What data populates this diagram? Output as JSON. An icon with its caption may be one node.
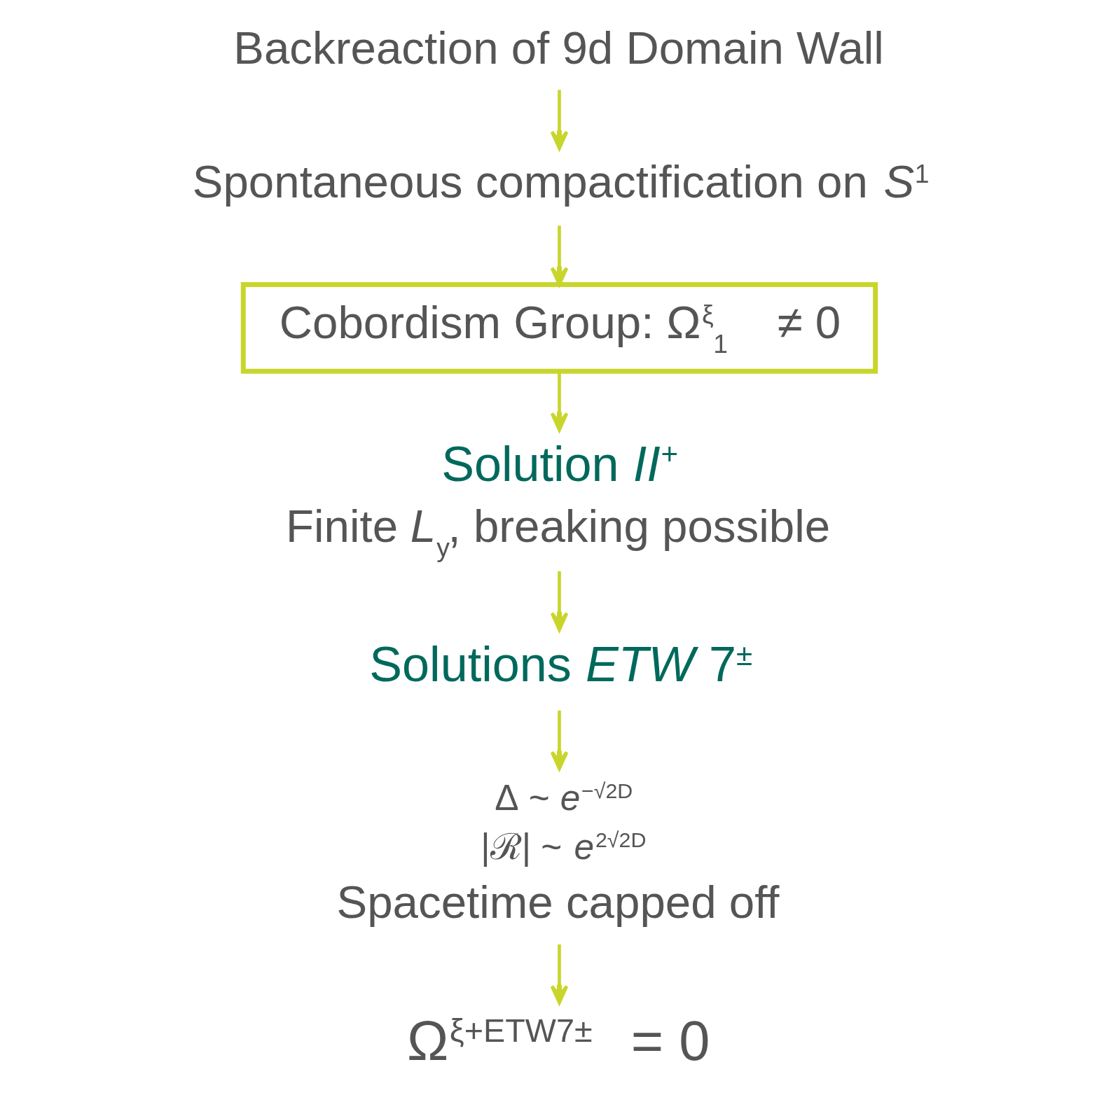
{
  "diagram": {
    "nodes": [
      {
        "text": [
          "Backreaction of 9d Domain Wall"
        ]
      },
      {
        "text": [
          "Spontaneous compactification on *S*$^{1}$"
        ]
      },
      {
        "text": [
          "Cobordism Group: Ω$^{ξ}$$_{1}$ ≠ 0"
        ]
      },
      {
        "text": [
          "Solution *II*$^{+}$",
          "Finite *L*$_{y}$, breaking possible"
        ]
      },
      {
        "text": [
          "Solutions *ETW* 7$^{±}$"
        ]
      },
      {
        "text": [
          "Δ ~ *e*$^{−√2D}$",
          "|ℛ| ~ *e*$^{2√2D}$",
          "Spacetime capped off"
        ]
      },
      {
        "text": [
          "Ω$^{ξ+ETW7±}$ = 0"
        ]
      }
    ],
    "edges": [
      {
        "from": 0,
        "to": 1,
        "arrow": "to"
      },
      {
        "from": 1,
        "to": 2,
        "arrow": "to"
      },
      {
        "from": 2,
        "to": 3,
        "arrow": "to"
      },
      {
        "from": 3,
        "to": 4,
        "arrow": "to"
      },
      {
        "from": 4,
        "to": 5,
        "arrow": "to"
      },
      {
        "from": 5,
        "to": 6,
        "arrow": "to"
      }
    ]
  }
}
